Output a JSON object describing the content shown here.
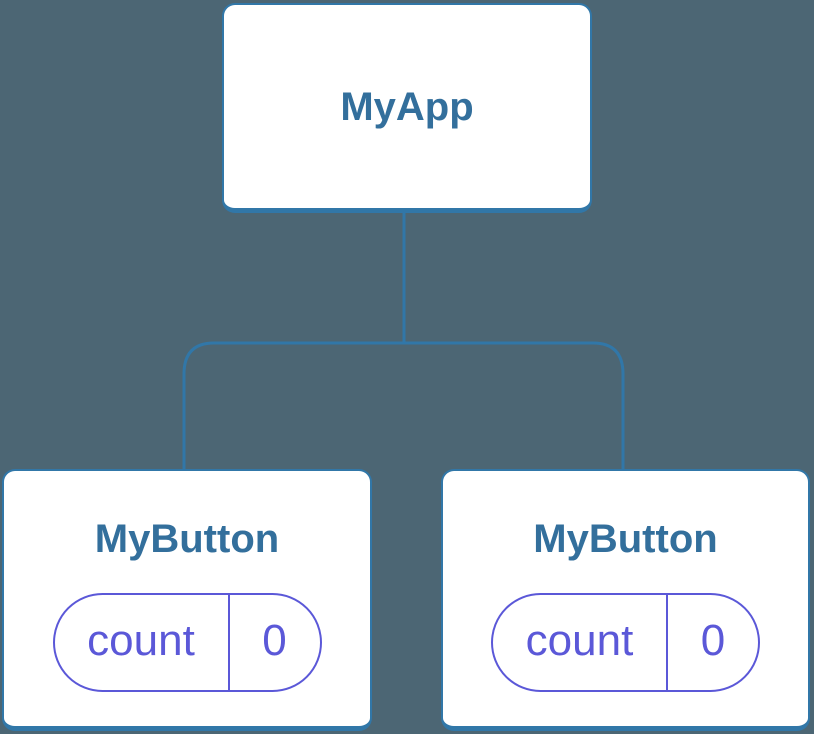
{
  "diagram": {
    "title": "component-tree",
    "root": {
      "label": "MyApp",
      "children": [
        {
          "label": "MyButton",
          "state": {
            "key": "count",
            "value": "0"
          }
        },
        {
          "label": "MyButton",
          "state": {
            "key": "count",
            "value": "0"
          }
        }
      ]
    },
    "colors": {
      "background": "#4C6674",
      "connector_stroke": "#3177A8",
      "node_border": "#3177A8",
      "node_fill": "#FFFFFF",
      "node_text": "#336F9C",
      "state_accent": "#5B58D8"
    }
  }
}
